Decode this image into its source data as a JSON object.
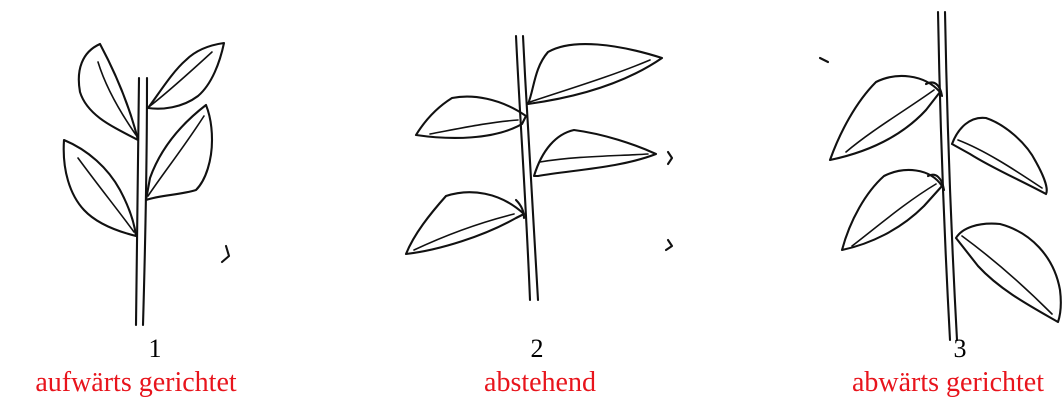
{
  "accent_color": "#e8141c",
  "panels": [
    {
      "number": "1",
      "caption": "aufwärts gerichtet",
      "icon": "plant-stem-leaves-upward-icon"
    },
    {
      "number": "2",
      "caption": "abstehend",
      "icon": "plant-stem-leaves-spreading-icon"
    },
    {
      "number": "3",
      "caption": "abwärts gerichtet",
      "icon": "plant-stem-leaves-downward-icon"
    }
  ]
}
